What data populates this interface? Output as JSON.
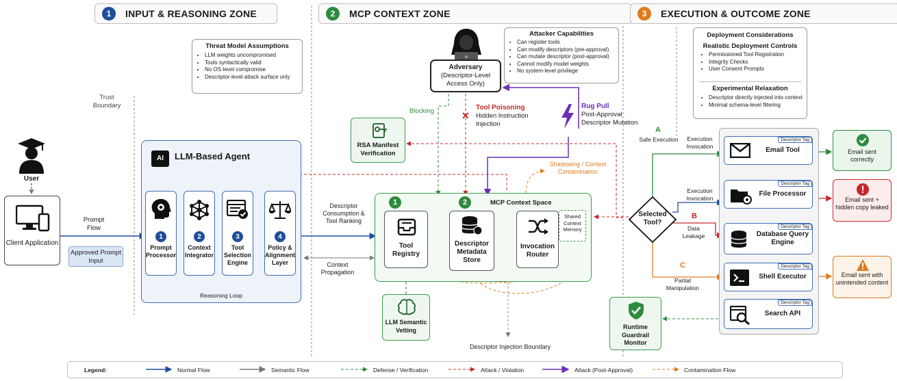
{
  "zones": [
    {
      "num": "1",
      "title": "INPUT & REASONING ZONE",
      "color": "#1f4e9a"
    },
    {
      "num": "2",
      "title": "MCP CONTEXT ZONE",
      "color": "#2e8b3e"
    },
    {
      "num": "3",
      "title": "EXECUTION & OUTCOME ZONE",
      "color": "#e07b1f"
    }
  ],
  "trust_boundary": "Trust Boundary",
  "user": {
    "label": "User",
    "client": "Client Application",
    "approved": "Approved Prompt Input",
    "prompt_flow": "Prompt Flow"
  },
  "threat_model": {
    "title": "Threat Model Assumptions",
    "items": [
      "LLM weights uncompromised",
      "Tools syntactically valid",
      "No OS-level compromise",
      "Descriptor-level attack surface only"
    ]
  },
  "agent": {
    "title": "LLM-Based Agent",
    "chip": "AI",
    "modules": [
      {
        "num": "1",
        "label": "Prompt Processor",
        "icon": "gear-head-icon"
      },
      {
        "num": "2",
        "label": "Context Integrator",
        "icon": "network-icon"
      },
      {
        "num": "3",
        "label": "Tool Selection Engine",
        "icon": "checklist-icon"
      },
      {
        "num": "4",
        "label": "Policy & Alignment Layer",
        "icon": "scales-icon"
      }
    ],
    "loop": "Reasoning Loop"
  },
  "adversary": {
    "title": "Adversary",
    "subtitle": "(Descriptor-Level Access Only)",
    "capabilities_title": "Attacker Capabilities",
    "capabilities": [
      "Can register tools",
      "Can modify descriptors (pre-approval)",
      "Can mutate descriptor (post-approval)",
      "Cannot modify model weights",
      "No system-level privilege"
    ]
  },
  "labels": {
    "blocking": "Blocking",
    "tool_poisoning": "Tool Poisoning",
    "tool_poisoning_sub": "Hidden Instruction Injection",
    "rug_pull": "Rug Pull",
    "rug_pull_sub": "Post-Approval Descriptor Mutation",
    "rsa": "RSA Manifest Verification",
    "shadowing": "Shadowing / Context Contamination",
    "descriptor_consumption": "Descriptor Consumption & Tool Ranking",
    "context_propagation": "Context Propagation",
    "llm_vetting": "LLM Semantic Vetting",
    "injection_boundary": "Descriptor Injection Boundary",
    "runtime_guardrail": "Runtime Guardrail Monitor"
  },
  "mcp": {
    "title": "MCP Context Space",
    "badge1": "1",
    "badge2": "2",
    "components": [
      "Tool Registry",
      "Descriptor Metadata Store",
      "Invocation Router"
    ],
    "shared": "Shared Context Memory"
  },
  "deployment": {
    "title": "Deployment Considerations",
    "realistic_title": "Realistic Deployment Controls",
    "realistic": [
      "Permissioned Tool Registration",
      "Integrity Checks",
      "User Consent Prompts"
    ],
    "experimental_title": "Experimental Relaxation",
    "experimental": [
      "Descriptor directly injected into context",
      "Minimal schema-level filtering"
    ]
  },
  "decision": {
    "label": "Selected Tool?",
    "a": "A",
    "a_text": "Safe Execution",
    "b": "B",
    "b_text": "Data Leakage",
    "c": "C",
    "c_text": "Partial Manipulation",
    "exec1": "Execution Invocation",
    "exec2": "Execution Invocation"
  },
  "tools": [
    {
      "name": "Email Tool",
      "tag": "Descriptor Tag",
      "icon": "envelope-icon"
    },
    {
      "name": "File Processor",
      "tag": "Descriptor Tag",
      "icon": "folder-gear-icon"
    },
    {
      "name": "Database Query Engine",
      "tag": "Descriptor Tag",
      "icon": "database-icon"
    },
    {
      "name": "Shell Executor",
      "tag": "Descriptor Tag",
      "icon": "terminal-icon"
    },
    {
      "name": "Search API",
      "tag": "Descriptor Tag",
      "icon": "search-doc-icon"
    }
  ],
  "outcomes": [
    {
      "text": "Email sent correctly",
      "color": "#2e8b3e"
    },
    {
      "text": "Email sent + hidden copy leaked",
      "color": "#c62828"
    },
    {
      "text": "Email sent with unintended content",
      "color": "#e07b1f"
    }
  ],
  "legend": {
    "title": "Legend:",
    "items": [
      {
        "label": "Normal Flow",
        "color": "#1f4e9a"
      },
      {
        "label": "Semantic Flow",
        "color": "#777777"
      },
      {
        "label": "Defense / Verification",
        "color": "#2e8b3e"
      },
      {
        "label": "Attack / Violation",
        "color": "#c62828"
      },
      {
        "label": "Attack (Post-Approval)",
        "color": "#6a2fb5"
      },
      {
        "label": "Contamination Flow",
        "color": "#e07b1f"
      }
    ]
  }
}
